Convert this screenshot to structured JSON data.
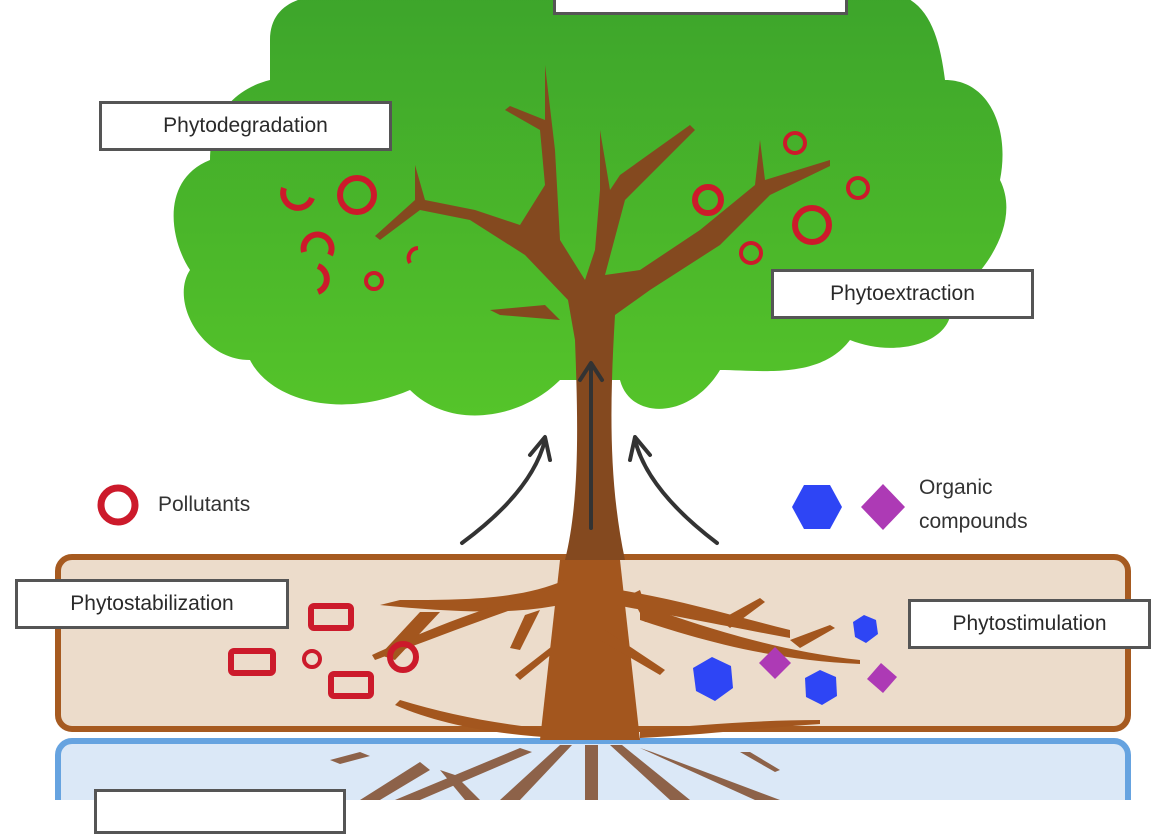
{
  "diagram": {
    "title": "Phytoremediation processes",
    "labels": {
      "top_cropped": "",
      "phytodegradation": "Phytodegradation",
      "phytoextraction": "Phytoextraction",
      "phytostabilization": "Phytostabilization",
      "phytostimulation": "Phytostimulation",
      "bottom_cropped": ""
    },
    "legend": {
      "pollutants": "Pollutants",
      "organic_line1": "Organic",
      "organic_line2": "compounds"
    },
    "colors": {
      "canopy_top": "#3da52b",
      "canopy_bottom": "#55c42a",
      "trunk": "#84491f",
      "root_upper": "#a3561e",
      "root_lower": "#8d6249",
      "soil_fill": "#ecdccb",
      "soil_border": "#a65a20",
      "water_fill": "#dbe8f7",
      "water_border": "#66a3e0",
      "pollutant": "#cc1a2b",
      "organic_hexagon": "#2e45f5",
      "organic_diamond": "#ad3ab5",
      "arrow": "#333333"
    }
  }
}
